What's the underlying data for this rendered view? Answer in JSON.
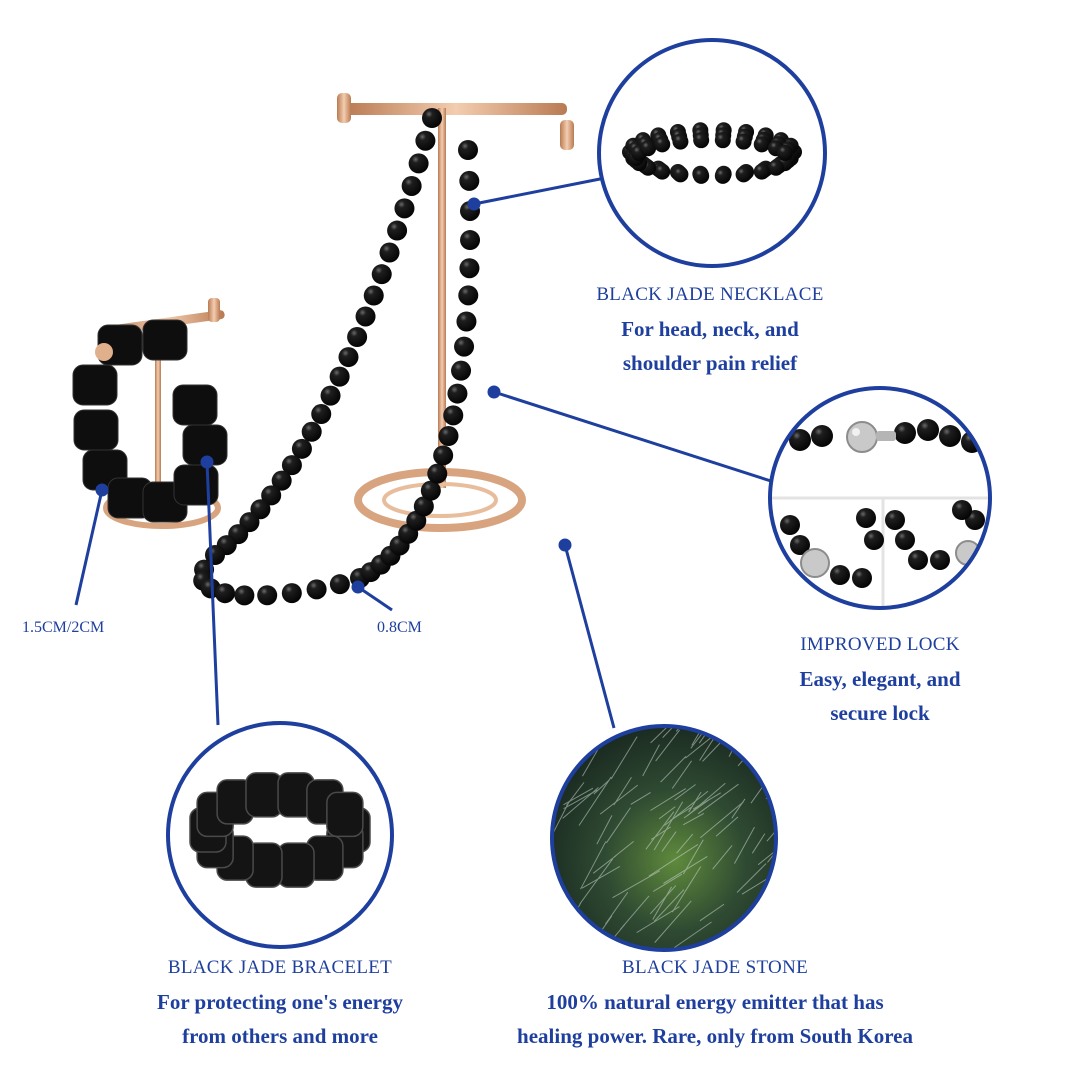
{
  "colors": {
    "accent": "#1e3f9e",
    "bead": "#0d0d0d",
    "stand": "#d8a47f",
    "stone_dark": "#1c2b25",
    "stone_green": "#5f8a3c"
  },
  "sections": {
    "necklace": {
      "title": "BLACK JADE NECKLACE",
      "desc_line1": "For head, neck, and",
      "desc_line2": "shoulder pain relief"
    },
    "lock": {
      "title": "IMPROVED LOCK",
      "desc_line1": "Easy, elegant, and",
      "desc_line2": "secure lock"
    },
    "bracelet": {
      "title": "BLACK JADE BRACELET",
      "desc_line1": "For protecting one's energy",
      "desc_line2": "from others and more"
    },
    "stone": {
      "title": "BLACK JADE STONE",
      "desc_line1": "100% natural energy emitter that has",
      "desc_line2": "healing power. Rare, only from South Korea"
    }
  },
  "dimensions": {
    "bracelet_size": "1.5CM/2CM",
    "bead_size": "0.8CM"
  }
}
